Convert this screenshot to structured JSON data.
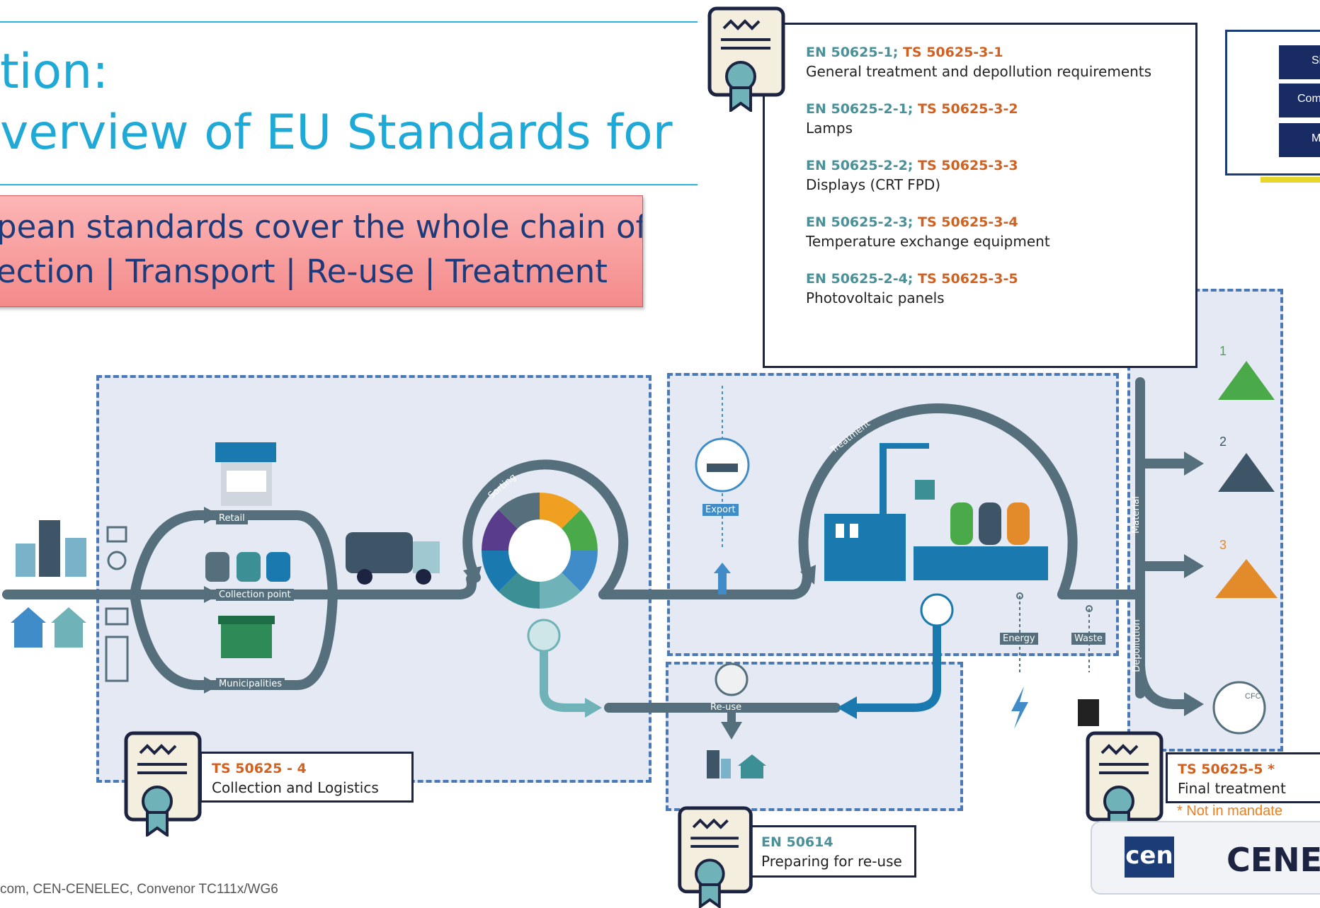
{
  "title": {
    "line1": "tion:",
    "line2": "verview of EU Standards for"
  },
  "banner": {
    "line1": "pean standards cover the whole chain of",
    "line2": "ection | Transport | Re-use | Treatment"
  },
  "standards_popup": [
    {
      "en": "EN 50625-1;",
      "ts": "TS 50625-3-1",
      "desc": "General treatment and depollution requirements"
    },
    {
      "en": "EN 50625-2-1;",
      "ts": "TS 50625-3-2",
      "desc": "Lamps"
    },
    {
      "en": "EN 50625-2-2;",
      "ts": "TS 50625-3-3",
      "desc": "Displays (CRT FPD)"
    },
    {
      "en": "EN 50625-2-3;",
      "ts": "TS 50625-3-4",
      "desc": "Temperature exchange equipment"
    },
    {
      "en": "EN 50625-2-4;",
      "ts": "TS 50625-3-5",
      "desc": "Photovoltaic panels"
    }
  ],
  "collection_standard": {
    "code": "TS 50625 - 4",
    "desc": "Collection and Logistics"
  },
  "reuse_standard": {
    "code": "EN 50614",
    "desc": "Preparing for re-use"
  },
  "final_standard": {
    "code": "TS 50625-5 *",
    "desc": "Final treatment",
    "note": "* Not in mandate"
  },
  "flow_labels": {
    "retail": "Retail",
    "collection_point": "Collection point",
    "municipalities": "Municipalities",
    "sorting": "Sorting",
    "export": "Export",
    "treatment": "Treatment",
    "energy": "Energy",
    "waste": "Waste",
    "reuse": "Re-use",
    "material": "Material",
    "depollution": "Depollution",
    "cfc": "CFC"
  },
  "recovery_steps": [
    "1",
    "2",
    "3"
  ],
  "nav_menu": [
    "Si",
    "Com",
    "M"
  ],
  "logo": {
    "cen": "cen",
    "cenelec": "CENE"
  },
  "footer": "com, CEN-CENELEC, Convenor TC111x/WG6",
  "colors": {
    "accent_title": "#1fa9d6",
    "zone_bg": "#e4e9f3",
    "zone_border": "#4a79b5",
    "flow": "#55707c",
    "ts_orange": "#d2611f",
    "en_teal": "#4a9098",
    "nav_navy": "#182c63"
  }
}
